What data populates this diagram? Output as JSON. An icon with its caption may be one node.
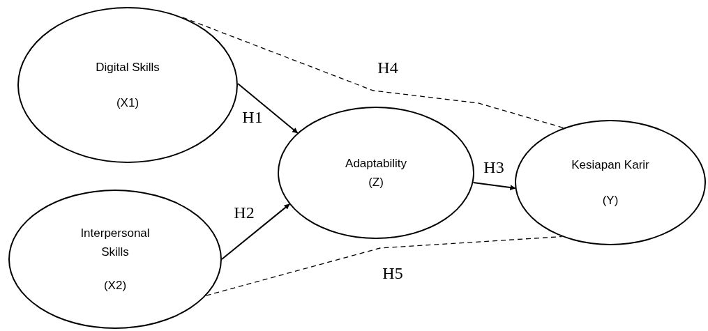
{
  "diagram": {
    "nodes": [
      {
        "text": [
          "Digital Skills",
          "(X1)"
        ]
      },
      {
        "text": [
          "Interpersonal Skills",
          "(X2)"
        ]
      },
      {
        "text": [
          "Adaptability",
          "(Z)"
        ]
      },
      {
        "text": [
          "Kesiapan Karir",
          "(Y)"
        ]
      }
    ],
    "edges": [
      {
        "from": 0,
        "to": 2,
        "arrow": "to",
        "label": "H1"
      },
      {
        "from": 1,
        "to": 2,
        "arrow": "to",
        "label": "H2"
      },
      {
        "from": 2,
        "to": 3,
        "arrow": "to",
        "label": "H3"
      },
      {
        "from": 0,
        "to": 3,
        "arrow": "none",
        "label": "H4",
        "style": "dashed"
      },
      {
        "from": 1,
        "to": 3,
        "arrow": "none",
        "label": "H5",
        "style": "dashed"
      }
    ]
  }
}
